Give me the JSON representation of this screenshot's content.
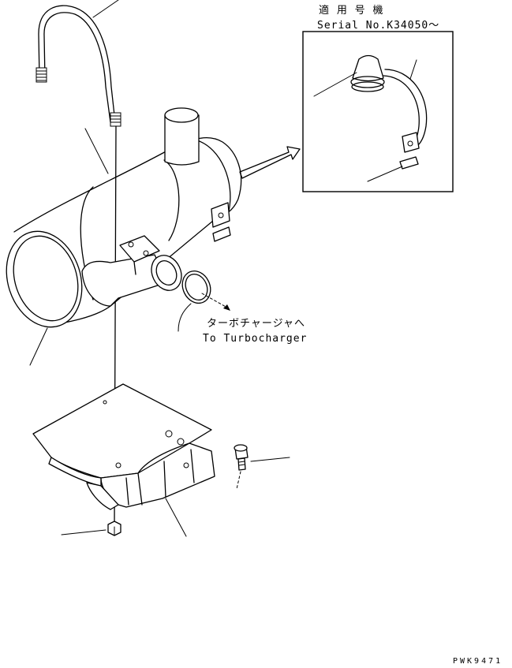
{
  "inset": {
    "applicability_jp": "適 用 号 機",
    "serial": "Serial No.K34050～"
  },
  "outlet": {
    "label_jp": "ターボチャージャへ",
    "label_en": "To Turbocharger"
  },
  "drawing_code": "PWK9471"
}
